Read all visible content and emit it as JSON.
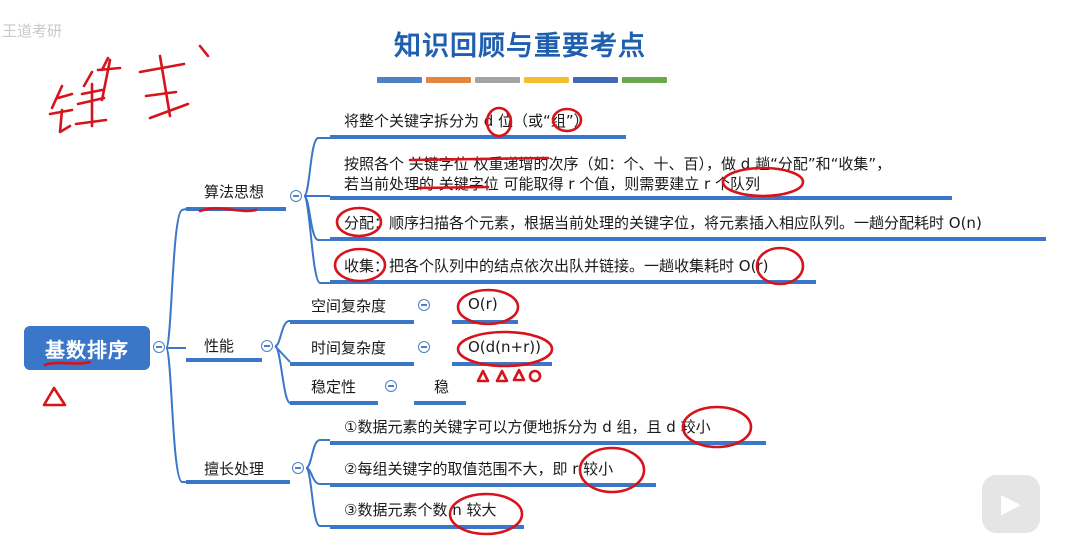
{
  "watermark": "王道考研",
  "title": "知识回顾与重要考点",
  "stripe_colors": [
    "#4c82c3",
    "#e2853e",
    "#a3a3a3",
    "#f2bf2e",
    "#4068b3",
    "#6aa84f"
  ],
  "root": {
    "label": "基数排序"
  },
  "algorithm": {
    "label": "算法思想",
    "items": [
      "将整个关键字拆分为 d 位（或“组”）",
      "按照各个 关键字位 权重递增的次序（如：个、十、百），做 d 趟“分配”和“收集”，",
      "若当前处理的 关键字位 可能取得 r 个值，则需要建立 r 个队列",
      "分配：顺序扫描各个元素，根据当前处理的关键字位，将元素插入相应队列。一趟分配耗时 O(n)",
      "收集：把各个队列中的结点依次出队并链接。一趟收集耗时 O(r)"
    ]
  },
  "performance": {
    "label": "性能",
    "items": [
      {
        "name": "空间复杂度",
        "value": "O(r)"
      },
      {
        "name": "时间复杂度",
        "value": "O(d(n+r))"
      },
      {
        "name": "稳定性",
        "value": "稳"
      }
    ]
  },
  "strengths": {
    "label": "擅长处理",
    "items": [
      "①数据元素的关键字可以方便地拆分为 d 组，且 d 较小",
      "②每组关键字的取值范围不大，即 r 较小",
      "③数据元素个数 n 较大"
    ]
  },
  "ink_color": "#d6141c",
  "annotation": "链式"
}
